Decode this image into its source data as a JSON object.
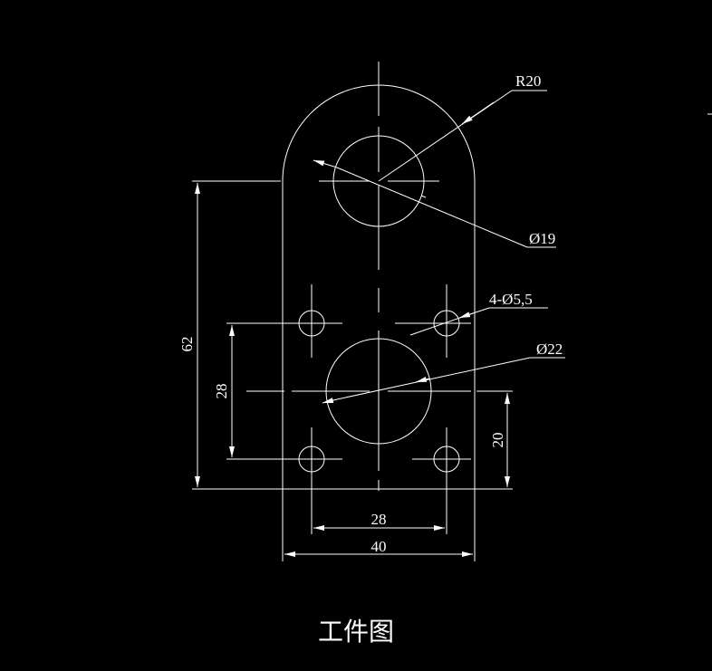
{
  "drawing": {
    "caption": "工件图",
    "dimensions": {
      "radius": "R20",
      "top_hole": "Ø19",
      "small_holes": "4-Ø5,5",
      "center_hole": "Ø22",
      "overall_height": "62",
      "hole_spacing_vertical": "28",
      "bottom_to_center": "20",
      "hole_spacing_horizontal": "28",
      "overall_width": "40"
    },
    "colors": {
      "background": "#000000",
      "line": "#ffffff"
    }
  }
}
